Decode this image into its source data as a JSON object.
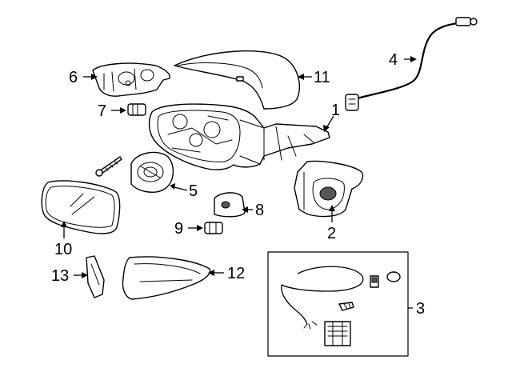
{
  "callouts": {
    "c1": "1",
    "c2": "2",
    "c3": "3",
    "c4": "4",
    "c5": "5",
    "c6": "6",
    "c7": "7",
    "c8": "8",
    "c9": "9",
    "c10": "10",
    "c11": "11",
    "c12": "12",
    "c13": "13"
  },
  "colors": {
    "line": "#000000",
    "background": "#ffffff",
    "shade": "#e4e4e4"
  }
}
